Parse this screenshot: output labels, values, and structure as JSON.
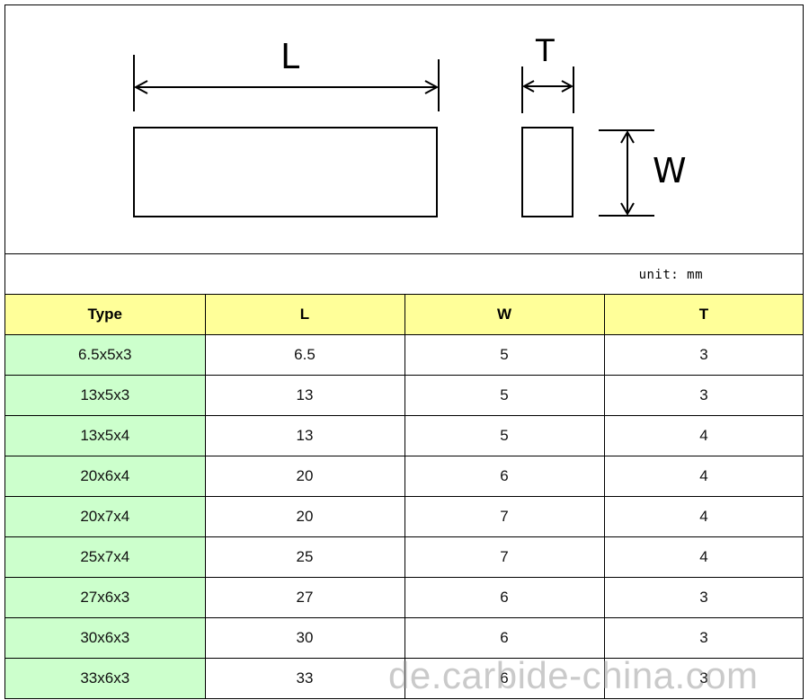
{
  "diagram": {
    "label_length": "L",
    "label_thickness": "T",
    "label_width": "W"
  },
  "unit_note": "unit: mm",
  "table": {
    "headers": [
      "Type",
      "L",
      "W",
      "T"
    ],
    "rows": [
      [
        "6.5x5x3",
        "6.5",
        "5",
        "3"
      ],
      [
        "13x5x3",
        "13",
        "5",
        "3"
      ],
      [
        "13x5x4",
        "13",
        "5",
        "4"
      ],
      [
        "20x6x4",
        "20",
        "6",
        "4"
      ],
      [
        "20x7x4",
        "20",
        "7",
        "4"
      ],
      [
        "25x7x4",
        "25",
        "7",
        "4"
      ],
      [
        "27x6x3",
        "27",
        "6",
        "3"
      ],
      [
        "30x6x3",
        "30",
        "6",
        "3"
      ],
      [
        "33x6x3",
        "33",
        "6",
        "3"
      ]
    ]
  },
  "watermark": "de.carbide-china.com",
  "colors": {
    "header_bg": "#ffff99",
    "type_col_bg": "#ccffcc",
    "border": "#000000"
  }
}
